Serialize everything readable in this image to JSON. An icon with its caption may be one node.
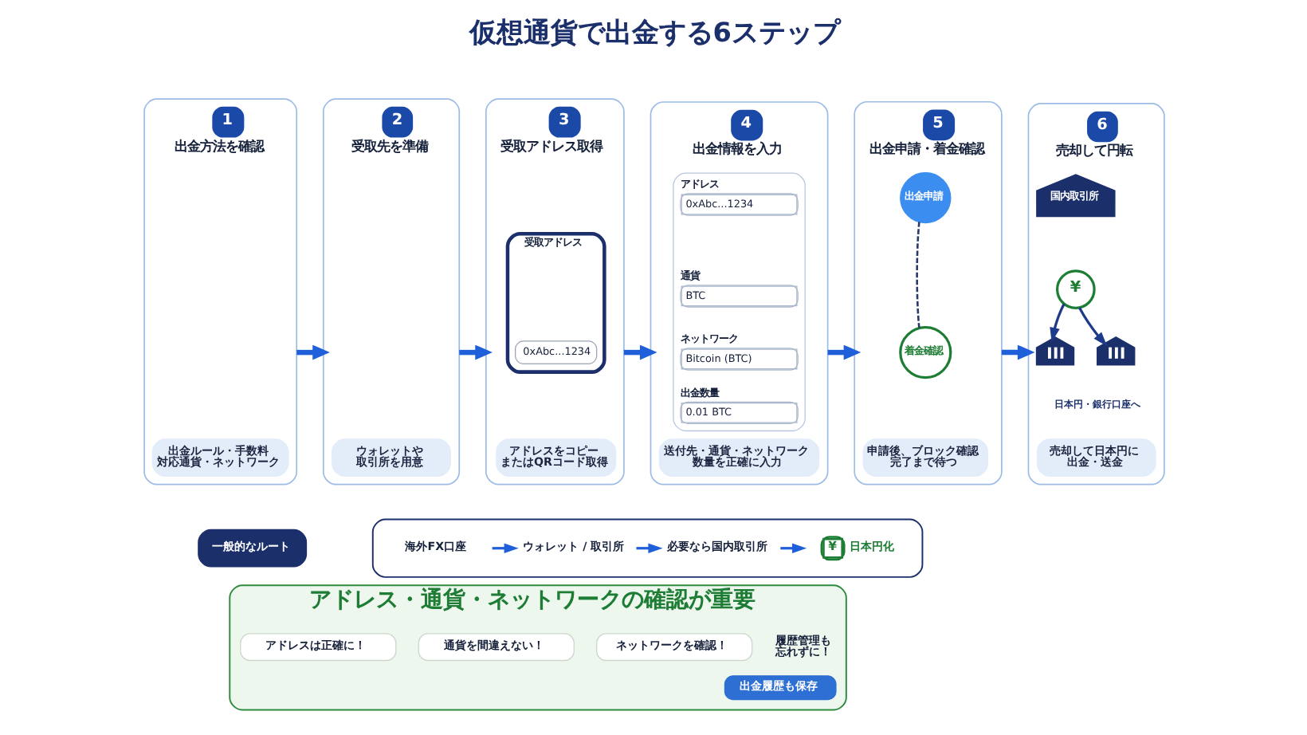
{
  "diagram": {
    "title": "仮想通貨で出金する6ステップ",
    "nodes": [
      {
        "text": [
          "1",
          "出金方法を確認"
        ]
      },
      {
        "text": [
          "出金ルール・手数料対応通貨・ネットワーク"
        ],
        "in": 0
      },
      {
        "text": [
          "2",
          "受取先を準備"
        ]
      },
      {
        "text": [
          "ウォレットや取引所を用意"
        ],
        "in": 2
      },
      {
        "text": [
          "3",
          "受取アドレス取得"
        ]
      },
      {
        "text": [
          "受取アドレス"
        ],
        "in": 4
      },
      {
        "text": [
          "0xAbc...1234"
        ],
        "in": 5
      },
      {
        "text": [
          "アドレスをコピーまたはQRコード取得"
        ],
        "in": 4
      },
      {
        "text": [
          "4",
          "出金情報を入力"
        ]
      },
      {
        "text": [],
        "shape": "box",
        "in": 8
      },
      {
        "text": [
          "0xAbc...1234"
        ],
        "beside": [
          "アドレス"
        ],
        "in": 9
      },
      {
        "text": [
          "BTC"
        ],
        "beside": [
          "通貨"
        ],
        "in": 9
      },
      {
        "text": [
          "Bitcoin (BTC)"
        ],
        "beside": [
          "ネットワーク"
        ],
        "in": 9
      },
      {
        "text": [
          "0.01 BTC"
        ],
        "beside": [
          "出金数量"
        ],
        "in": 9
      },
      {
        "text": [
          "送付先・通貨・ネットワーク数量を正確に入力"
        ],
        "in": 8
      },
      {
        "text": [
          "5",
          "出金申請・着金確認"
        ]
      },
      {
        "text": [
          "出金申請"
        ],
        "in": 15
      },
      {
        "text": [
          "着金確認"
        ],
        "in": 15
      },
      {
        "text": [
          "申請後、ブロック確認完了まで待つ"
        ],
        "in": 15
      },
      {
        "text": [
          "6",
          "売却して円転"
        ]
      },
      {
        "text": [
          "国内取引所"
        ],
        "in": 19
      },
      {
        "text": [
          "¥"
        ],
        "in": 19
      },
      {
        "text": [],
        "shape": "picture",
        "in": 19
      },
      {
        "text": [],
        "shape": "picture",
        "in": 19
      },
      {
        "text": [
          "売却して日本円に出金・送金"
        ],
        "in": 19
      },
      {
        "text": [
          "一般的なルート"
        ]
      },
      {
        "text": [],
        "shape": "box"
      },
      {
        "text": [
          "海外FX口座"
        ],
        "in": 26
      },
      {
        "text": [
          "ウォレット / 取引所"
        ],
        "in": 26
      },
      {
        "text": [
          "必要なら国内取引所"
        ],
        "in": 26
      },
      {
        "text": [
          "¥",
          "日本円化"
        ],
        "in": 26
      },
      {
        "text": [
          "アドレス・通貨・ネットワークの確認が重要"
        ]
      },
      {
        "text": [
          "アドレスは正確に！"
        ],
        "in": 31
      },
      {
        "text": [
          "通貨を間違えない！"
        ],
        "in": 31
      },
      {
        "text": [
          "ネットワークを確認！"
        ],
        "in": 31
      },
      {
        "text": [
          "出金履歴も保存"
        ],
        "in": 31
      }
    ],
    "edges": [
      {
        "from": 0,
        "to": 2,
        "arrow": "to",
        "style": "thick"
      },
      {
        "from": 2,
        "to": 4,
        "arrow": "to",
        "style": "thick"
      },
      {
        "from": 4,
        "to": 8,
        "arrow": "to",
        "style": "thick"
      },
      {
        "from": 8,
        "to": 15,
        "arrow": "to",
        "style": "thick"
      },
      {
        "from": 15,
        "to": 19,
        "arrow": "to",
        "style": "thick"
      },
      {
        "from": 16,
        "to": 17,
        "arrow": "none",
        "style": "dashed",
        "color": "#2a3a66"
      },
      {
        "from": 21,
        "to": 22,
        "arrow": "to",
        "color": "#1e3a8a"
      },
      {
        "from": 21,
        "to": 23,
        "arrow": "to",
        "color": "#1e3a8a"
      },
      {
        "from": 27,
        "to": 28,
        "arrow": "to"
      },
      {
        "from": 28,
        "to": 29,
        "arrow": "to"
      },
      {
        "from": 29,
        "to": 30,
        "arrow": "to"
      }
    ],
    "labels": [
      "日本円・銀行口座へ",
      "履歴管理も忘れずに！"
    ]
  }
}
